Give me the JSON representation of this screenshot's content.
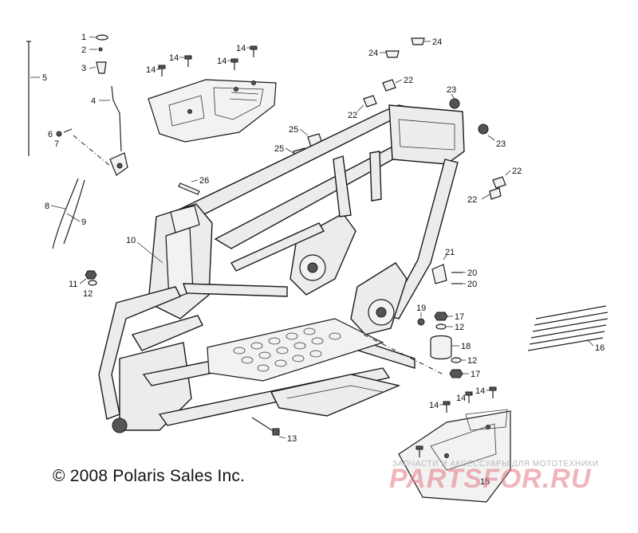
{
  "diagram": {
    "callouts": [
      "1",
      "2",
      "3",
      "4",
      "5",
      "6",
      "7",
      "8",
      "9",
      "10",
      "11",
      "12",
      "12",
      "12",
      "13",
      "14",
      "14",
      "14",
      "14",
      "14",
      "14",
      "14",
      "15",
      "16",
      "17",
      "17",
      "18",
      "19",
      "20",
      "20",
      "21",
      "22",
      "22",
      "22",
      "22",
      "23",
      "23",
      "24",
      "24",
      "25",
      "25",
      "26"
    ]
  },
  "copyright": {
    "symbol": "©",
    "text": "2008 Polaris Sales Inc."
  },
  "watermark": {
    "subtitle": "ЗАПЧАСТИ И АКСЕССУАРЫ ДЛЯ МОТОТЕХНИКИ",
    "brand": "PARTSFOR.RU"
  }
}
